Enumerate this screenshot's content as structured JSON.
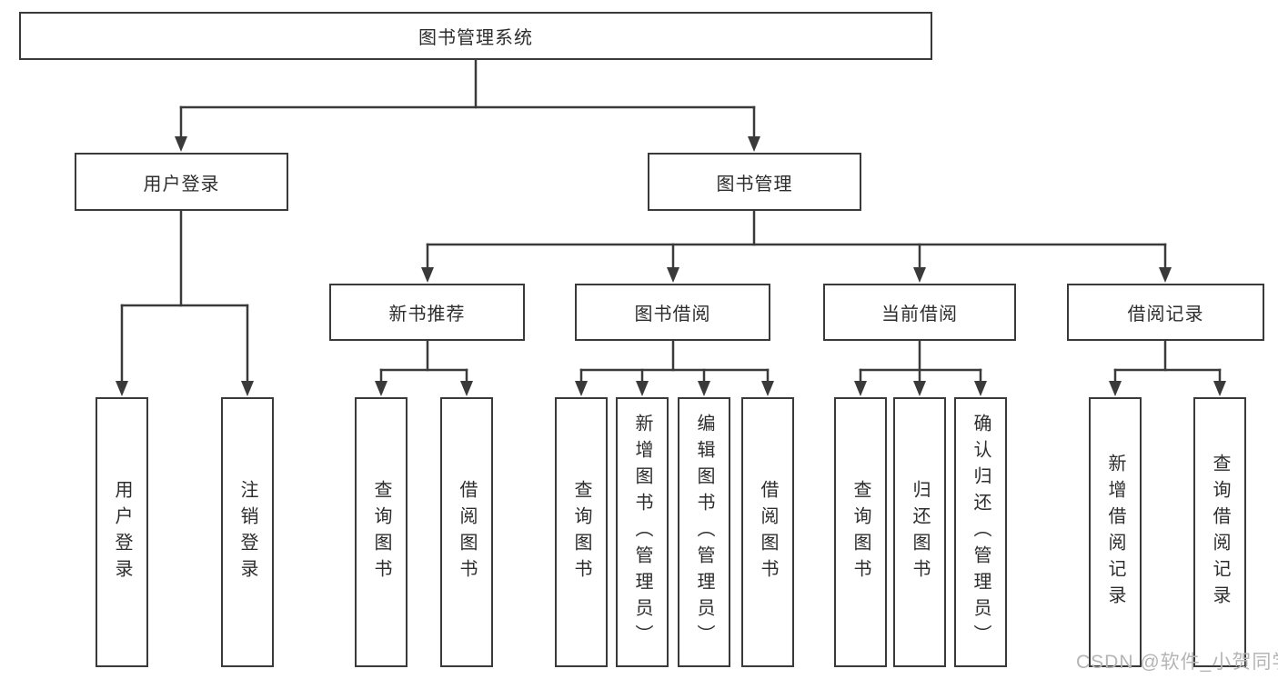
{
  "diagram": {
    "tree": {
      "root": {
        "label": "图书管理系统"
      },
      "branches": [
        {
          "label": "用户登录",
          "children": [
            {
              "label": "用户登录"
            },
            {
              "label": "注销登录"
            }
          ]
        },
        {
          "label": "图书管理",
          "children": [
            {
              "label": "新书推荐",
              "children": [
                {
                  "label": "查询图书"
                },
                {
                  "label": "借阅图书"
                }
              ]
            },
            {
              "label": "图书借阅",
              "children": [
                {
                  "label": "查询图书"
                },
                {
                  "label": "新增图书（管理员）"
                },
                {
                  "label": "编辑图书（管理员）"
                },
                {
                  "label": "借阅图书"
                }
              ]
            },
            {
              "label": "当前借阅",
              "children": [
                {
                  "label": "查询图书"
                },
                {
                  "label": "归还图书"
                },
                {
                  "label": "确认归还（管理员）"
                }
              ]
            },
            {
              "label": "借阅记录",
              "children": [
                {
                  "label": "新增借阅记录"
                },
                {
                  "label": "查询借阅记录"
                }
              ]
            }
          ]
        }
      ]
    },
    "watermark": "CSDN @软件_小贺同学",
    "colors": {
      "line": "#3a3a3a",
      "text": "#2d2d2d",
      "watermark": "#b5b5b5",
      "background": "#ffffff"
    }
  }
}
